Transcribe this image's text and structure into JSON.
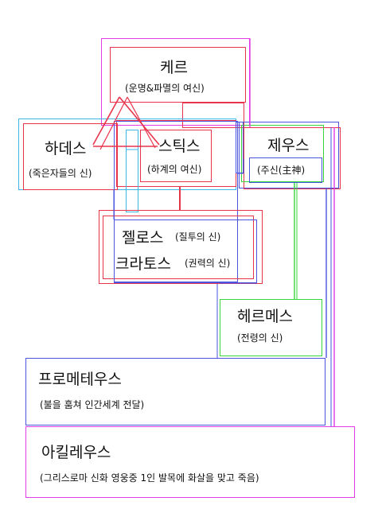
{
  "nodes": {
    "kere": {
      "name": "케르",
      "desc": "(운명&파멸의 여신)"
    },
    "hades": {
      "name": "하데스",
      "desc": "(죽은자들의 신)"
    },
    "styx": {
      "name": "스틱스",
      "desc": "(하계의 여신)"
    },
    "zeus": {
      "name": "제우스",
      "desc": "(주신(主神)"
    },
    "zelos": {
      "name": "젤로스",
      "desc": "(질투의 신)"
    },
    "kratos": {
      "name": "크라토스",
      "desc": "(권력의 신)"
    },
    "hermes": {
      "name": "헤르메스",
      "desc": "(전령의 신)"
    },
    "prometheus": {
      "name": "프로메테우스",
      "desc": "(불을 훔쳐 인간세계 전달)"
    },
    "achilles": {
      "name": "아킬레우스",
      "desc": "(그리스로마 신화 영웅중 1인 발목에 화살을 맞고 죽음)"
    }
  },
  "colors": {
    "magenta": "#e23be8",
    "red": "#e8344a",
    "blue": "#4a55e0",
    "cyan": "#3fb6e8",
    "green": "#38d63c"
  }
}
